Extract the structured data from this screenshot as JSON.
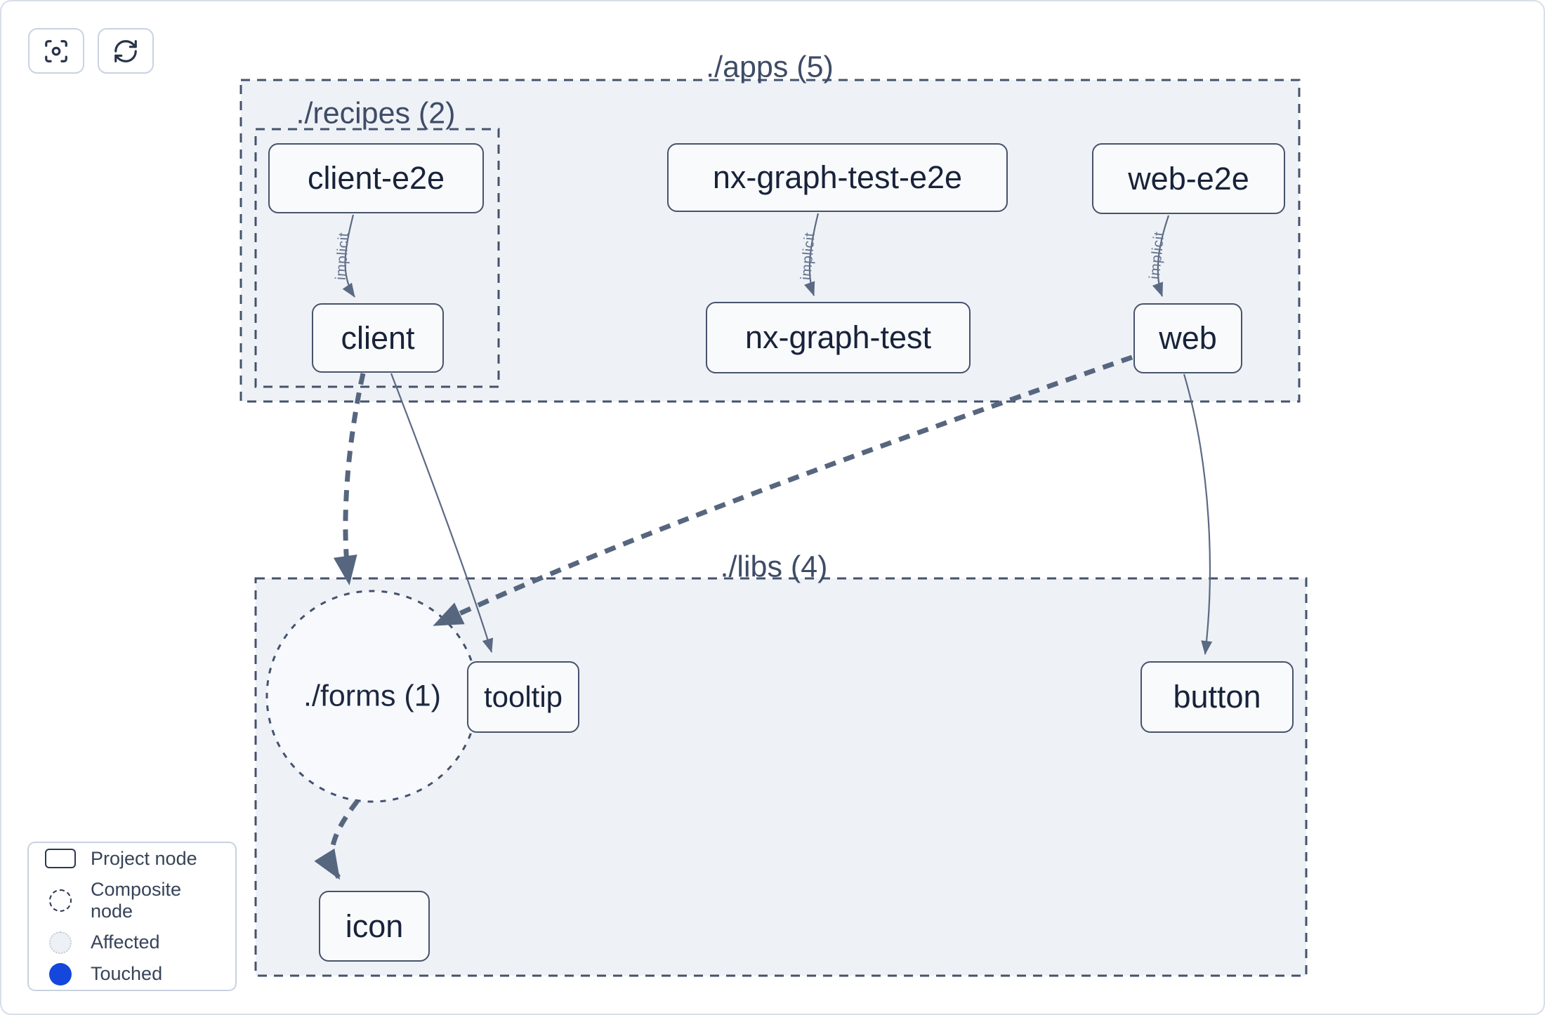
{
  "toolbar": {
    "focus_button": {
      "icon": "focus-icon"
    },
    "refresh_button": {
      "icon": "refresh-icon"
    }
  },
  "graph": {
    "groups": {
      "apps": {
        "label": "./apps (5)"
      },
      "recipes": {
        "label": "./recipes (2)"
      },
      "libs": {
        "label": "./libs (4)"
      },
      "forms": {
        "label": "./forms (1)"
      }
    },
    "nodes": {
      "client_e2e": {
        "label": "client-e2e"
      },
      "nx_graph_test_e2e": {
        "label": "nx-graph-test-e2e"
      },
      "web_e2e": {
        "label": "web-e2e"
      },
      "client": {
        "label": "client"
      },
      "nx_graph_test": {
        "label": "nx-graph-test"
      },
      "web": {
        "label": "web"
      },
      "tooltip": {
        "label": "tooltip"
      },
      "button": {
        "label": "button"
      },
      "icon": {
        "label": "icon"
      }
    },
    "edges": [
      {
        "from": "client-e2e",
        "to": "client",
        "style": "solid-thin",
        "label": "implicit"
      },
      {
        "from": "nx-graph-test-e2e",
        "to": "nx-graph-test",
        "style": "solid-thin",
        "label": "implicit"
      },
      {
        "from": "web-e2e",
        "to": "web",
        "style": "solid-thin",
        "label": "implicit"
      },
      {
        "from": "client",
        "to": "./forms (1)",
        "style": "dashed-thick",
        "label": ""
      },
      {
        "from": "client",
        "to": "tooltip",
        "style": "solid-thin",
        "label": ""
      },
      {
        "from": "web",
        "to": "./forms (1)",
        "style": "dashed-thick",
        "label": ""
      },
      {
        "from": "web",
        "to": "button",
        "style": "solid-thin",
        "label": ""
      },
      {
        "from": "./forms (1)",
        "to": "icon",
        "style": "dashed-thick",
        "label": ""
      }
    ]
  },
  "legend": {
    "items": [
      {
        "swatch": "project-node-swatch",
        "label": "Project node"
      },
      {
        "swatch": "composite-node-swatch",
        "label": "Composite node"
      },
      {
        "swatch": "affected-swatch",
        "label": "Affected"
      },
      {
        "swatch": "touched-swatch",
        "label": "Touched"
      }
    ]
  },
  "colors": {
    "container_fill": "#eef1f6",
    "dashed_border": "#44536c",
    "node_border": "#47536b",
    "node_fill": "#f9fafc",
    "node_text": "#18233a",
    "edge_thin": "#5b6a83",
    "edge_thick": "#57667f",
    "touched_blue": "#1547dd"
  }
}
